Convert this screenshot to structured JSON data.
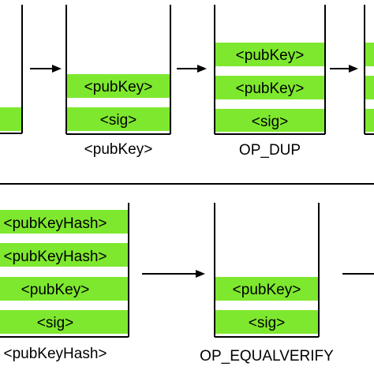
{
  "colors": {
    "cell_fill": "#7ee82e",
    "line": "#000000",
    "background": "#ffffff"
  },
  "rows": [
    {
      "stacks": [
        {
          "items": [
            ""
          ],
          "caption": ""
        },
        {
          "items": [
            "<pubKey>",
            "<sig>"
          ],
          "caption": "<pubKey>"
        },
        {
          "items": [
            "<pubKey>",
            "<pubKey>",
            "<sig>"
          ],
          "caption": "OP_DUP"
        },
        {
          "items": [
            ""
          ],
          "caption": ""
        }
      ]
    },
    {
      "stacks": [
        {
          "items": [
            "<pubKeyHash>",
            "<pubKeyHash>",
            "<pubKey>",
            "<sig>"
          ],
          "caption": "<pubKeyHash>"
        },
        {
          "items": [
            "<pubKey>",
            "<sig>"
          ],
          "caption": "OP_EQUALVERIFY"
        }
      ]
    }
  ]
}
